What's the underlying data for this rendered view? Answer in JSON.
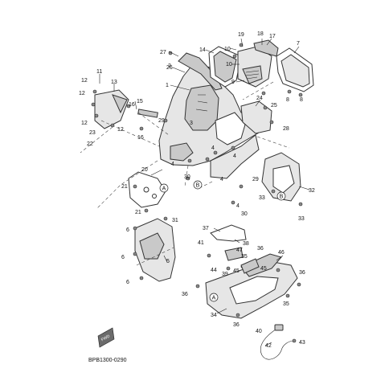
{
  "diagram": {
    "code": "BPB1300-0290",
    "fwd_label": "FWD",
    "refs": {
      "a": "A",
      "b": "B"
    },
    "callouts": {
      "c1": "1",
      "c2": "2",
      "c3": "3",
      "c4": "4",
      "c5": "5",
      "c6": "6",
      "c7": "7",
      "c8": "8",
      "c9": "9",
      "c10": "10",
      "c11": "11",
      "c12": "12",
      "c13": "13",
      "c14": "14",
      "c15": "15",
      "c16": "16",
      "c17": "17",
      "c18": "18",
      "c19": "19",
      "c20": "20",
      "c21": "21",
      "c22": "22",
      "c23": "23",
      "c24": "24",
      "c25": "25",
      "c26": "26",
      "c27": "27",
      "c28": "28",
      "c29": "29",
      "c30": "30",
      "c31": "31",
      "c32": "32",
      "c33": "33",
      "c34": "34",
      "c35": "35",
      "c36": "36",
      "c37": "37",
      "c38": "38",
      "c39": "39",
      "c40": "40",
      "c41": "41",
      "c42": "42",
      "c43": "43",
      "c44": "44",
      "c45": "45",
      "c46": "46",
      "c47": "47"
    }
  }
}
